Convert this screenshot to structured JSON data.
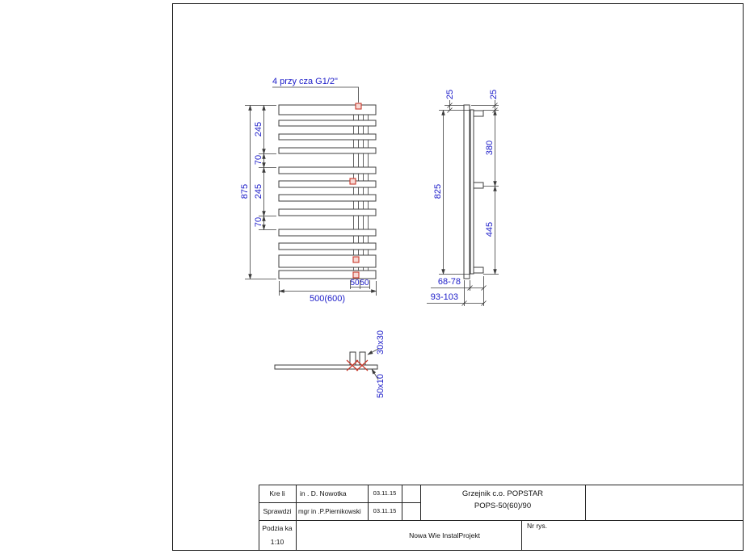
{
  "sheet": {
    "connections_label": "4 przy cza G1/2\"",
    "front_view": {
      "overall_height": "875",
      "segment_top": "245",
      "segment_upper_gap": "70",
      "segment_middle": "245",
      "segment_lower_gap": "70",
      "width": "500(600)",
      "bottom_offset_left": "50",
      "bottom_offset_right": "50"
    },
    "side_view": {
      "top_offset_left": "25",
      "top_offset_right": "25",
      "rail_length": "825",
      "upper_span": "380",
      "lower_span": "445",
      "depth_range_1": "68-78",
      "depth_range_2": "93-103"
    },
    "section_view": {
      "bracket_size": "30x30",
      "profile_size": "50x10"
    }
  },
  "title_block": {
    "drawn_label": "Kre li",
    "drawn_name": "in . D. Nowotka",
    "drawn_date": "03.11.15",
    "checked_label": "Sprawdzi",
    "checked_name": "mgr in .P.Piernikowski",
    "checked_date": "03.11.15",
    "title_line1": "Grzejnik c.o. POPSTAR",
    "title_line2": "POPS-50(60)/90",
    "scale_label": "Podzia ka",
    "scale_value": "1:10",
    "company": "Nowa Wie  InstalProjekt",
    "drawing_number_label": "Nr rys."
  },
  "colors": {
    "line": "#3c3c3c",
    "dimension_text": "#1b1bc8",
    "accent_red": "#c8392b"
  }
}
